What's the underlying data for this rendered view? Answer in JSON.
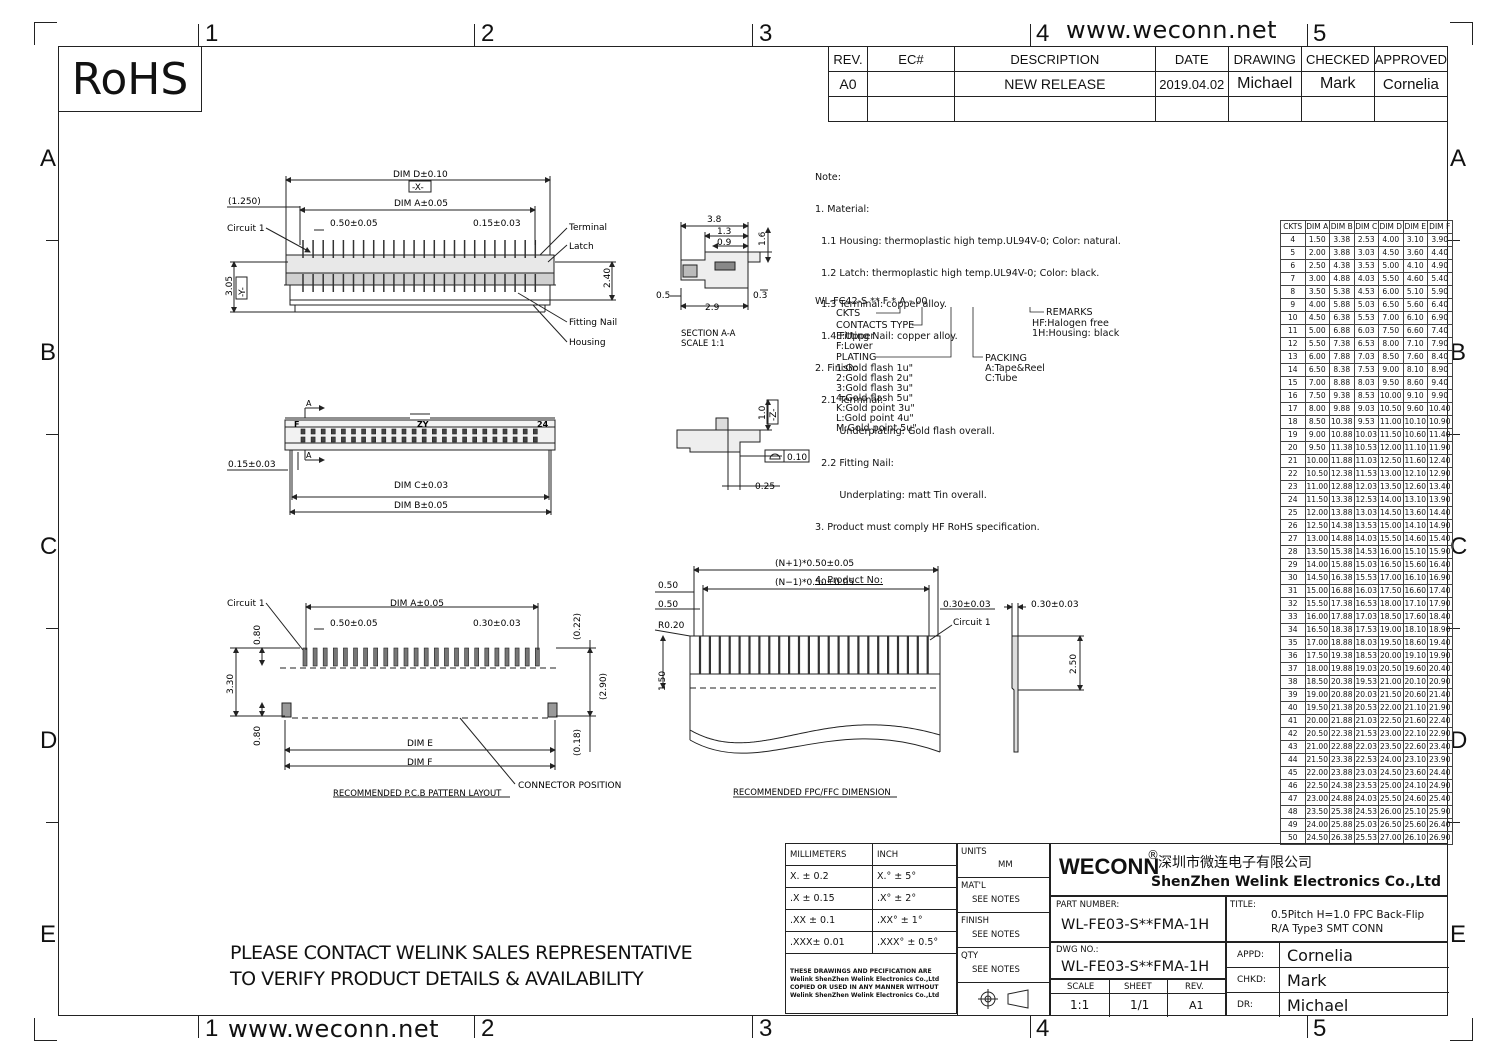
{
  "header": {
    "rohs": "RoHS",
    "url_top": "www.weconn.net",
    "url_bottom": "www.weconn.net",
    "column_numbers": [
      "1",
      "2",
      "3",
      "4",
      "5"
    ],
    "row_letters": [
      "A",
      "B",
      "C",
      "D",
      "E"
    ]
  },
  "revision_table": {
    "headers": [
      "REV.",
      "EC#",
      "DESCRIPTION",
      "DATE",
      "DRAWING",
      "CHECKED",
      "APPROVED"
    ],
    "row": [
      "A0",
      "",
      "NEW RELEASE",
      "2019.04.02",
      "Michael",
      "Mark",
      "Cornelia"
    ]
  },
  "notes": {
    "lines": [
      "Note:",
      "1. Material:",
      "  1.1 Housing: thermoplastic high temp.UL94V-0; Color: natural.",
      "  1.2 Latch: thermoplastic high temp.UL94V-0; Color: black.",
      "  1.3 Terminal: copper alloy.",
      "  1.4 Fitting Nail: copper alloy.",
      "2. Finish:",
      "  2.1 Terminal:",
      "        Underplating: Gold flash overall.",
      "  2.2 Fitting Nail:",
      "        Underplating: matt Tin overall.",
      "3. Product must comply HF RoHS specification.",
      "",
      "4. Product No:"
    ],
    "product_no": "WL-FC42-S ** F * A - 00",
    "ckts": "CKTS",
    "contacts_type": [
      "CONTACTS TYPE",
      "E:Upper",
      "F:Lower"
    ],
    "plating": [
      "PLATING",
      "1:Gold flash 1u\"",
      "2:Gold flash 2u\"",
      "3:Gold flash 3u\"",
      "4:Gold flash 5u\"",
      "K:Gold point 3u\"",
      "L:Gold point 4u\"",
      "M:Gold point 5u\""
    ],
    "remarks": [
      "REMARKS",
      "HF:Halogen free",
      "1H:Housing: black"
    ],
    "packing": [
      "PACKING",
      "A:Tape&Reel",
      "C:Tube"
    ]
  },
  "dim_table": {
    "headers": [
      "CKTS",
      "DIM A",
      "DIM B",
      "DIM C",
      "DIM D",
      "DIM E",
      "DIM F"
    ],
    "rows": [
      [
        "4",
        "1.50",
        "3.38",
        "2.53",
        "4.00",
        "3.10",
        "3.90"
      ],
      [
        "5",
        "2.00",
        "3.88",
        "3.03",
        "4.50",
        "3.60",
        "4.40"
      ],
      [
        "6",
        "2.50",
        "4.38",
        "3.53",
        "5.00",
        "4.10",
        "4.90"
      ],
      [
        "7",
        "3.00",
        "4.88",
        "4.03",
        "5.50",
        "4.60",
        "5.40"
      ],
      [
        "8",
        "3.50",
        "5.38",
        "4.53",
        "6.00",
        "5.10",
        "5.90"
      ],
      [
        "9",
        "4.00",
        "5.88",
        "5.03",
        "6.50",
        "5.60",
        "6.40"
      ],
      [
        "10",
        "4.50",
        "6.38",
        "5.53",
        "7.00",
        "6.10",
        "6.90"
      ],
      [
        "11",
        "5.00",
        "6.88",
        "6.03",
        "7.50",
        "6.60",
        "7.40"
      ],
      [
        "12",
        "5.50",
        "7.38",
        "6.53",
        "8.00",
        "7.10",
        "7.90"
      ],
      [
        "13",
        "6.00",
        "7.88",
        "7.03",
        "8.50",
        "7.60",
        "8.40"
      ],
      [
        "14",
        "6.50",
        "8.38",
        "7.53",
        "9.00",
        "8.10",
        "8.90"
      ],
      [
        "15",
        "7.00",
        "8.88",
        "8.03",
        "9.50",
        "8.60",
        "9.40"
      ],
      [
        "16",
        "7.50",
        "9.38",
        "8.53",
        "10.00",
        "9.10",
        "9.90"
      ],
      [
        "17",
        "8.00",
        "9.88",
        "9.03",
        "10.50",
        "9.60",
        "10.40"
      ],
      [
        "18",
        "8.50",
        "10.38",
        "9.53",
        "11.00",
        "10.10",
        "10.90"
      ],
      [
        "19",
        "9.00",
        "10.88",
        "10.03",
        "11.50",
        "10.60",
        "11.40"
      ],
      [
        "20",
        "9.50",
        "11.38",
        "10.53",
        "12.00",
        "11.10",
        "11.90"
      ],
      [
        "21",
        "10.00",
        "11.88",
        "11.03",
        "12.50",
        "11.60",
        "12.40"
      ],
      [
        "22",
        "10.50",
        "12.38",
        "11.53",
        "13.00",
        "12.10",
        "12.90"
      ],
      [
        "23",
        "11.00",
        "12.88",
        "12.03",
        "13.50",
        "12.60",
        "13.40"
      ],
      [
        "24",
        "11.50",
        "13.38",
        "12.53",
        "14.00",
        "13.10",
        "13.90"
      ],
      [
        "25",
        "12.00",
        "13.88",
        "13.03",
        "14.50",
        "13.60",
        "14.40"
      ],
      [
        "26",
        "12.50",
        "14.38",
        "13.53",
        "15.00",
        "14.10",
        "14.90"
      ],
      [
        "27",
        "13.00",
        "14.88",
        "14.03",
        "15.50",
        "14.60",
        "15.40"
      ],
      [
        "28",
        "13.50",
        "15.38",
        "14.53",
        "16.00",
        "15.10",
        "15.90"
      ],
      [
        "29",
        "14.00",
        "15.88",
        "15.03",
        "16.50",
        "15.60",
        "16.40"
      ],
      [
        "30",
        "14.50",
        "16.38",
        "15.53",
        "17.00",
        "16.10",
        "16.90"
      ],
      [
        "31",
        "15.00",
        "16.88",
        "16.03",
        "17.50",
        "16.60",
        "17.40"
      ],
      [
        "32",
        "15.50",
        "17.38",
        "16.53",
        "18.00",
        "17.10",
        "17.90"
      ],
      [
        "33",
        "16.00",
        "17.88",
        "17.03",
        "18.50",
        "17.60",
        "18.40"
      ],
      [
        "34",
        "16.50",
        "18.38",
        "17.53",
        "19.00",
        "18.10",
        "18.90"
      ],
      [
        "35",
        "17.00",
        "18.88",
        "18.03",
        "19.50",
        "18.60",
        "19.40"
      ],
      [
        "36",
        "17.50",
        "19.38",
        "18.53",
        "20.00",
        "19.10",
        "19.90"
      ],
      [
        "37",
        "18.00",
        "19.88",
        "19.03",
        "20.50",
        "19.60",
        "20.40"
      ],
      [
        "38",
        "18.50",
        "20.38",
        "19.53",
        "21.00",
        "20.10",
        "20.90"
      ],
      [
        "39",
        "19.00",
        "20.88",
        "20.03",
        "21.50",
        "20.60",
        "21.40"
      ],
      [
        "40",
        "19.50",
        "21.38",
        "20.53",
        "22.00",
        "21.10",
        "21.90"
      ],
      [
        "41",
        "20.00",
        "21.88",
        "21.03",
        "22.50",
        "21.60",
        "22.40"
      ],
      [
        "42",
        "20.50",
        "22.38",
        "21.53",
        "23.00",
        "22.10",
        "22.90"
      ],
      [
        "43",
        "21.00",
        "22.88",
        "22.03",
        "23.50",
        "22.60",
        "23.40"
      ],
      [
        "44",
        "21.50",
        "23.38",
        "22.53",
        "24.00",
        "23.10",
        "23.90"
      ],
      [
        "45",
        "22.00",
        "23.88",
        "23.03",
        "24.50",
        "23.60",
        "24.40"
      ],
      [
        "46",
        "22.50",
        "24.38",
        "23.53",
        "25.00",
        "24.10",
        "24.90"
      ],
      [
        "47",
        "23.00",
        "24.88",
        "24.03",
        "25.50",
        "24.60",
        "25.40"
      ],
      [
        "48",
        "23.50",
        "25.38",
        "24.53",
        "26.00",
        "25.10",
        "25.90"
      ],
      [
        "49",
        "24.00",
        "25.88",
        "25.03",
        "26.50",
        "25.60",
        "26.40"
      ],
      [
        "50",
        "24.50",
        "26.38",
        "25.53",
        "27.00",
        "26.10",
        "26.90"
      ]
    ]
  },
  "drawing_labels": {
    "dim_d": "DIM D±0.10",
    "x_datum": "-X-",
    "y_datum": "-Y-",
    "z_datum": "-Z-",
    "dim_a": "DIM A±0.05",
    "p1250": "(1.250)",
    "circuit1": "Circuit  1",
    "pitch": "0.50±0.05",
    "p015": "0.15±0.03",
    "terminal": "Terminal",
    "latch": "Latch",
    "fitting_nail": "Fitting  Nail",
    "housing": "Housing",
    "d305": "3.05",
    "d240": "2.40",
    "d38": "3.8",
    "d13": "1.3",
    "d09": "0.9",
    "d16": "1.6",
    "d05": "0.5",
    "d29": "2.9",
    "d03": "0.3",
    "section": "SECTION  A-A",
    "scale": "SCALE     1:1",
    "d10": "1.0",
    "d010": "0.10",
    "d025": "0.25",
    "a_mark": "A",
    "f_mark": "F",
    "zy_mark": "ZY",
    "pin24": "24",
    "dim_c": "DIM C±0.03",
    "dim_b": "DIM B±0.05",
    "p030": "0.30±0.03",
    "d022": "(0.22)",
    "d080": "0.80",
    "d330": "3.30",
    "d290": "(2.90)",
    "d018": "(0.18)",
    "dim_e": "DIM E",
    "dim_f": "DIM F",
    "connector_pos": "CONNECTOR  POSITION",
    "pcb_layout": "RECOMMENDED  P.C.B  PATTERN  LAYOUT",
    "np1": "(N+1)*0.50±0.05",
    "nm1": "(N−1)*0.50±0.05",
    "d050": "0.50",
    "r020": "R0.20",
    "d150": "1.50",
    "d250": "2.50",
    "fpc_dim": "RECOMMENDED  FPC/FFC  DIMENSION"
  },
  "contact_note": [
    "PLEASE CONTACT WELINK SALES REPRESENTATIVE",
    "TO VERIFY PRODUCT DETAILS & AVAILABILITY"
  ],
  "title_block": {
    "mm_header": "MILLIMETERS",
    "inch_header": "INCH",
    "tolerances": [
      [
        "X.  ± 0.2",
        "X.°  ±  5°"
      ],
      [
        ".X  ± 0.15",
        ".X°  ±  2°"
      ],
      [
        ".XX ± 0.1",
        ".XX°  ±  1°"
      ],
      [
        ".XXX± 0.01",
        ".XXX° ± 0.5°"
      ]
    ],
    "units_label": "UNITS",
    "units_value": "MM",
    "matl_label": "MAT'L",
    "matl_value": "SEE NOTES",
    "finish_label": "FINISH",
    "finish_value": "SEE NOTES",
    "qty_label": "QTY",
    "qty_value": "SEE NOTES",
    "disclaimer": "THESE DRAWINGS AND PECIFICATION  ARE Welink ShenZhen Welink Electronics Co.,Ltd  COPIED OR USED IN ANY MANNER WITHOUT Welink ShenZhen Welink Electronics Co.,Ltd",
    "brand": "WECONN",
    "reg": "®",
    "company_cn": "深圳市微连电子有限公司",
    "company_en": "ShenZhen Welink Electronics Co.,Ltd",
    "part_number_label": "PART NUMBER:",
    "part_number": "WL-FE03-S**FMA-1H",
    "title_label": "TITLE:",
    "title_line1": "0.5Pitch H=1.0 FPC Back-Flip",
    "title_line2": "R/A Type3 SMT CONN",
    "dwg_no_label": "DWG NO.:",
    "dwg_no": "WL-FE03-S**FMA-1H",
    "appd_label": "APPD:",
    "appd": "Cornelia",
    "chkd_label": "CHKD:",
    "chkd": "Mark",
    "dr_label": "DR:",
    "dr": "Michael",
    "scale_label": "SCALE",
    "scale": "1:1",
    "sheet_label": "SHEET",
    "sheet": "1/1",
    "rev_label": "REV.",
    "rev": "A1"
  }
}
